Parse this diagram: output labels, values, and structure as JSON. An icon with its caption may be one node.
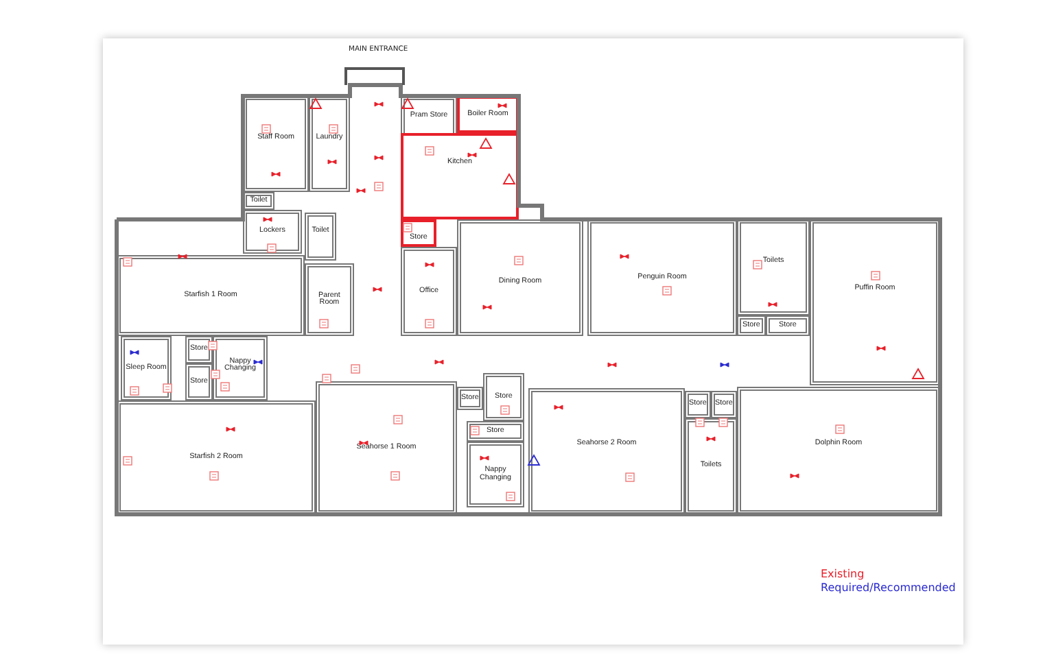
{
  "diagram": {
    "nodes": [
      {
        "text": [
          "Staff Room"
        ]
      },
      {
        "text": [
          "Laundry"
        ]
      },
      {
        "text": [
          "Pram Store"
        ]
      },
      {
        "text": [
          "Boiler Room"
        ]
      },
      {
        "text": [
          "Kitchen"
        ]
      },
      {
        "text": [
          "Store"
        ]
      },
      {
        "text": [
          "Toilet"
        ]
      },
      {
        "text": [
          "Lockers"
        ]
      },
      {
        "text": [
          "Toilet"
        ]
      },
      {
        "text": [
          "Parent Room"
        ]
      },
      {
        "text": [
          "Office"
        ]
      },
      {
        "text": [
          "Dining Room"
        ]
      },
      {
        "text": [
          "Penguin Room"
        ]
      },
      {
        "text": [
          "Toilets"
        ]
      },
      {
        "text": [
          "Store"
        ]
      },
      {
        "text": [
          "Store"
        ]
      },
      {
        "text": [
          "Puffin Room"
        ]
      },
      {
        "text": [
          "Starfish 1 Room"
        ]
      },
      {
        "text": [
          "Sleep Room"
        ]
      },
      {
        "text": [
          "Store"
        ]
      },
      {
        "text": [
          "Store"
        ]
      },
      {
        "text": [
          "Nappy Changing"
        ]
      },
      {
        "text": [
          "Starfish 2 Room"
        ]
      },
      {
        "text": [
          "Seahorse 1 Room"
        ]
      },
      {
        "text": [
          "Store"
        ]
      },
      {
        "text": [
          "Store"
        ]
      },
      {
        "text": [
          "Store"
        ]
      },
      {
        "text": [
          "Nappy Changing"
        ]
      },
      {
        "text": [
          "Seahorse 2 Room"
        ]
      },
      {
        "text": [
          "Store"
        ]
      },
      {
        "text": [
          "Store"
        ]
      },
      {
        "text": [
          "Toilets"
        ]
      },
      {
        "text": [
          "Dolphin Room"
        ]
      }
    ],
    "labels": [
      "MAIN ENTRANCE"
    ],
    "legend": [
      {
        "text": "Existing",
        "color": "#e8202a"
      },
      {
        "text": "Required/Recommended",
        "color": "#2b2bd0"
      }
    ]
  }
}
